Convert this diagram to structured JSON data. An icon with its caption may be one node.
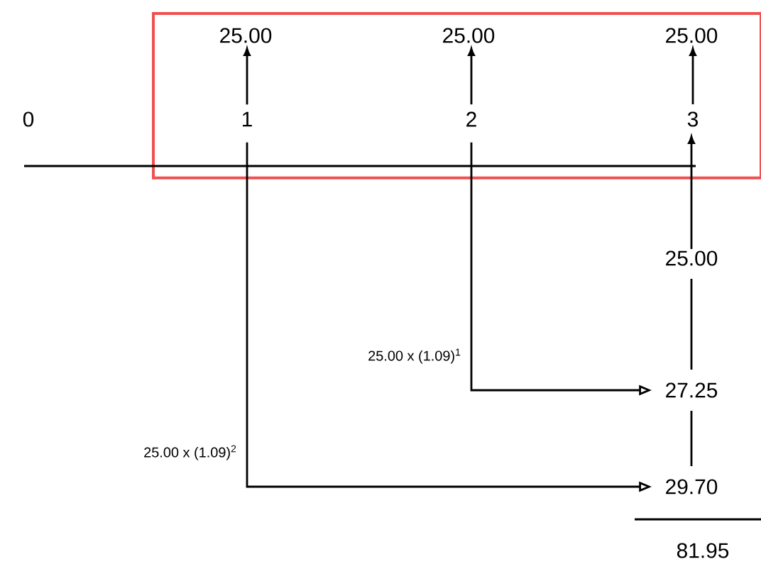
{
  "diagram": {
    "nodes": [
      {
        "text": [],
        "shape": "box"
      },
      {
        "text": [
          "25.00"
        ],
        "in": 0
      },
      {
        "text": [
          "25.00"
        ],
        "in": 0
      },
      {
        "text": [
          "25.00"
        ],
        "in": 0
      },
      {
        "text": [
          "1"
        ],
        "in": 0
      },
      {
        "text": [
          "2"
        ],
        "in": 0
      },
      {
        "text": [
          "3"
        ],
        "in": 0
      },
      {
        "text": [
          "25.00"
        ]
      },
      {
        "text": [
          "27.25"
        ]
      },
      {
        "text": [
          "29.70"
        ]
      },
      {
        "text": [
          "81.95"
        ]
      }
    ],
    "edges": [
      {
        "from": 4,
        "to": 1,
        "arrow": "to"
      },
      {
        "from": 5,
        "to": 2,
        "arrow": "to"
      },
      {
        "from": 6,
        "to": 3,
        "arrow": "to"
      },
      {
        "from": 7,
        "to": 6,
        "arrow": "to"
      },
      {
        "from": 7,
        "to": 8,
        "arrow": "none"
      },
      {
        "from": 8,
        "to": 9,
        "arrow": "none"
      },
      {
        "from": 5,
        "to": 8,
        "arrow": "to",
        "label": "25.00 x (1.09)$^{1}$"
      },
      {
        "from": 4,
        "to": 9,
        "arrow": "to",
        "label": "25.00 x (1.09)$^{2}$"
      }
    ],
    "labels": [
      "0"
    ]
  }
}
